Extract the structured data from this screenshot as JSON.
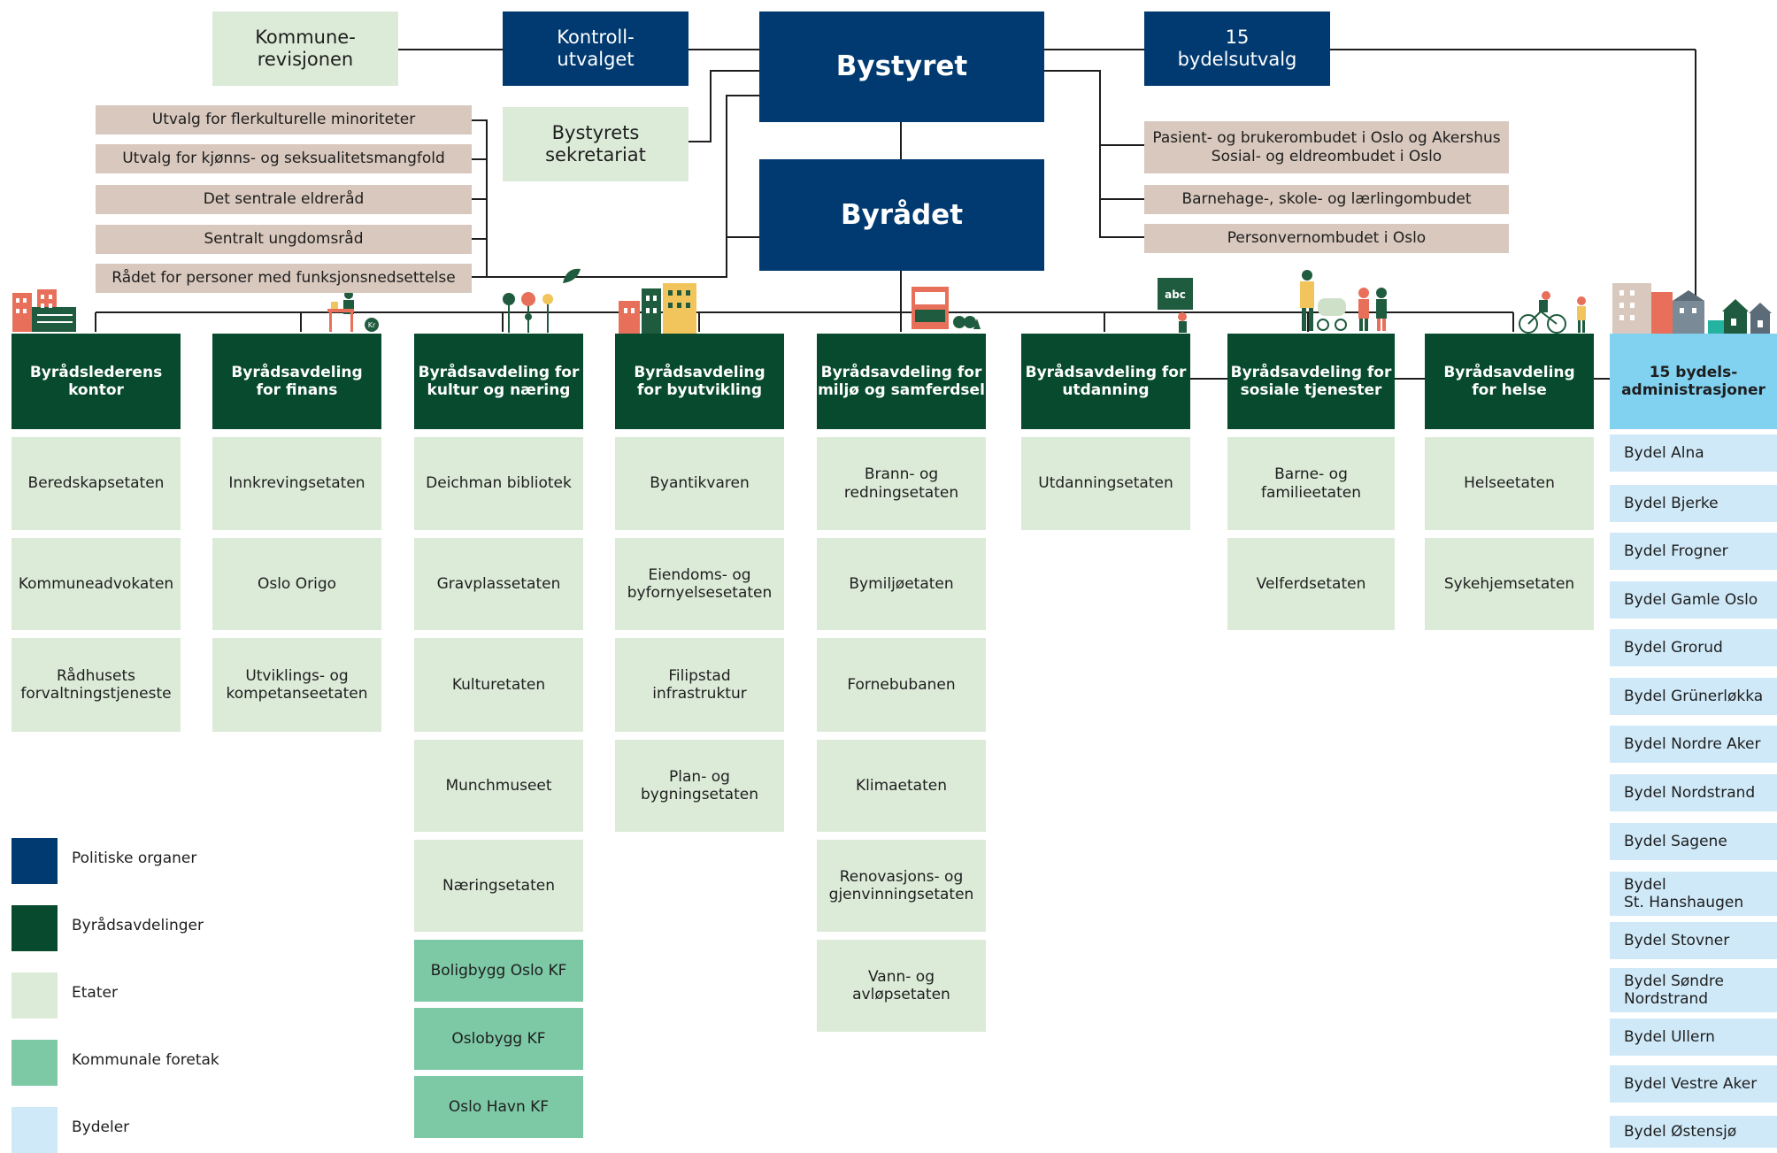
{
  "politiske": {
    "bystyret": "Bystyret",
    "byradet": "Byrådet",
    "kontrollutvalget": "Kontroll-\nutvalget",
    "bydelsutvalg": "15\nbydelsutvalg"
  },
  "stab": {
    "kommunerevisjonen": "Kommune-\nrevisjonen",
    "sekretariat": "Bystyrets\nsekretariat"
  },
  "rad": [
    "Utvalg for flerkulturelle minoriteter",
    "Utvalg for kjønns- og seksualitetsmangfold",
    "Det sentrale eldreråd",
    "Sentralt ungdomsråd",
    "Rådet for personer med funksjonsnedsettelse"
  ],
  "ombud": [
    "Pasient- og brukerombudet i Oslo og Akershus\nSosial- og eldreombudet i Oslo",
    "Barnehage-, skole- og lærlingombudet",
    "Personvernombudet i Oslo"
  ],
  "avdelinger": [
    {
      "name": "Byrådslederens\nkontor",
      "etater": [
        "Beredskapsetaten",
        "Kommuneadvokaten",
        "Rådhusets\nforvaltningstjeneste"
      ],
      "foretak": []
    },
    {
      "name": "Byrådsavdeling\nfor finans",
      "etater": [
        "Innkrevingsetaten",
        "Oslo Origo",
        "Utviklings- og\nkompetanseetaten"
      ],
      "foretak": []
    },
    {
      "name": "Byrådsavdeling for\nkultur og næring",
      "etater": [
        "Deichman bibliotek",
        "Gravplassetaten",
        "Kulturetaten",
        "Munchmuseet",
        "Næringsetaten"
      ],
      "foretak": [
        "Boligbygg Oslo KF",
        "Oslobygg KF",
        "Oslo Havn KF"
      ]
    },
    {
      "name": "Byrådsavdeling\nfor byutvikling",
      "etater": [
        "Byantikvaren",
        "Eiendoms- og\nbyfornyelsesetaten",
        "Filipstad\ninfrastruktur",
        "Plan- og\nbygningsetaten"
      ],
      "foretak": []
    },
    {
      "name": "Byrådsavdeling for\nmiljø og samferdsel",
      "etater": [
        "Brann- og\nredningsetaten",
        "Bymiljøetaten",
        "Fornebubanen",
        "Klimaetaten",
        "Renovasjons- og\ngjenvinningsetaten",
        "Vann- og\navløpsetaten"
      ],
      "foretak": []
    },
    {
      "name": "Byrådsavdeling for\nutdanning",
      "etater": [
        "Utdanningsetaten"
      ],
      "foretak": []
    },
    {
      "name": "Byrådsavdeling for\nsosiale tjenester",
      "etater": [
        "Barne- og\nfamilieetaten",
        "Velferdsetaten"
      ],
      "foretak": []
    },
    {
      "name": "Byrådsavdeling\nfor helse",
      "etater": [
        "Helseetaten",
        "Sykehjemsetaten"
      ],
      "foretak": []
    }
  ],
  "bydeler": {
    "header": "15 bydels-\nadministrasjoner",
    "items": [
      "Bydel Alna",
      "Bydel Bjerke",
      "Bydel Frogner",
      "Bydel Gamle Oslo",
      "Bydel Grorud",
      "Bydel Grünerløkka",
      "Bydel Nordre Aker",
      "Bydel Nordstrand",
      "Bydel Sagene",
      "Bydel\nSt. Hanshaugen",
      "Bydel Stovner",
      "Bydel Søndre\nNordstrand",
      "Bydel Ullern",
      "Bydel Vestre Aker",
      "Bydel Østensjø"
    ]
  },
  "illustrations": {
    "abc_sign": "abc",
    "kr_coin": "Kr"
  },
  "legend": [
    {
      "label": "Politiske organer",
      "color": "#003a70"
    },
    {
      "label": "Byrådsavdelinger",
      "color": "#074a2e"
    },
    {
      "label": "Etater",
      "color": "#dcebd8"
    },
    {
      "label": "Kommunale foretak",
      "color": "#7dc9a5"
    },
    {
      "label": "Bydeler",
      "color": "#cfe9f8"
    }
  ]
}
